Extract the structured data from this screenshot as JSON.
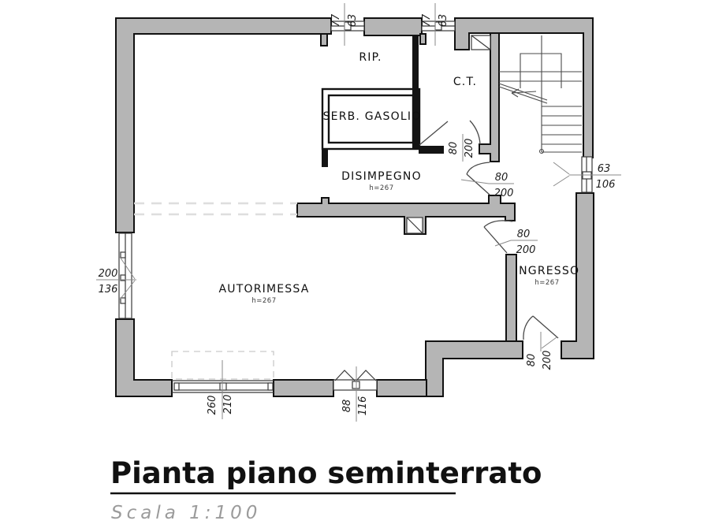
{
  "title": {
    "text": "Pianta piano seminterrato",
    "scale": "Scala 1:100"
  },
  "rooms": {
    "rip": {
      "label": "RIP."
    },
    "ct": {
      "label": "C.T."
    },
    "serb": {
      "label": "SERB. GASOLIO"
    },
    "disimpegno": {
      "label": "DISIMPEGNO",
      "h": "h=267"
    },
    "autorimessa": {
      "label": "AUTORIMESSA",
      "h": "h=267"
    },
    "ingresso": {
      "label": "INGRESSO",
      "h": "h=267"
    }
  },
  "dims": {
    "win_top1": {
      "a": "77",
      "b": "63"
    },
    "win_top2": {
      "a": "77",
      "b": "63"
    },
    "win_right": {
      "a": "63",
      "b": "106"
    },
    "win_left": {
      "a": "200",
      "b": "136"
    },
    "door_ct": {
      "a": "80",
      "b": "200"
    },
    "door_hall": {
      "a": "80",
      "b": "200"
    },
    "door_ingresso_top": {
      "a": "80",
      "b": "200"
    },
    "door_ingresso_bottom": {
      "a": "80",
      "b": "200"
    },
    "garage_door": {
      "a": "260",
      "b": "210"
    },
    "win_bottom": {
      "a": "88",
      "b": "116"
    }
  },
  "colors": {
    "wall_fill": "#b5b5b5",
    "outline": "#111111",
    "thin_line": "#3a3a3a",
    "dashed": "#dedede",
    "scale_text": "#9b9b9b"
  }
}
